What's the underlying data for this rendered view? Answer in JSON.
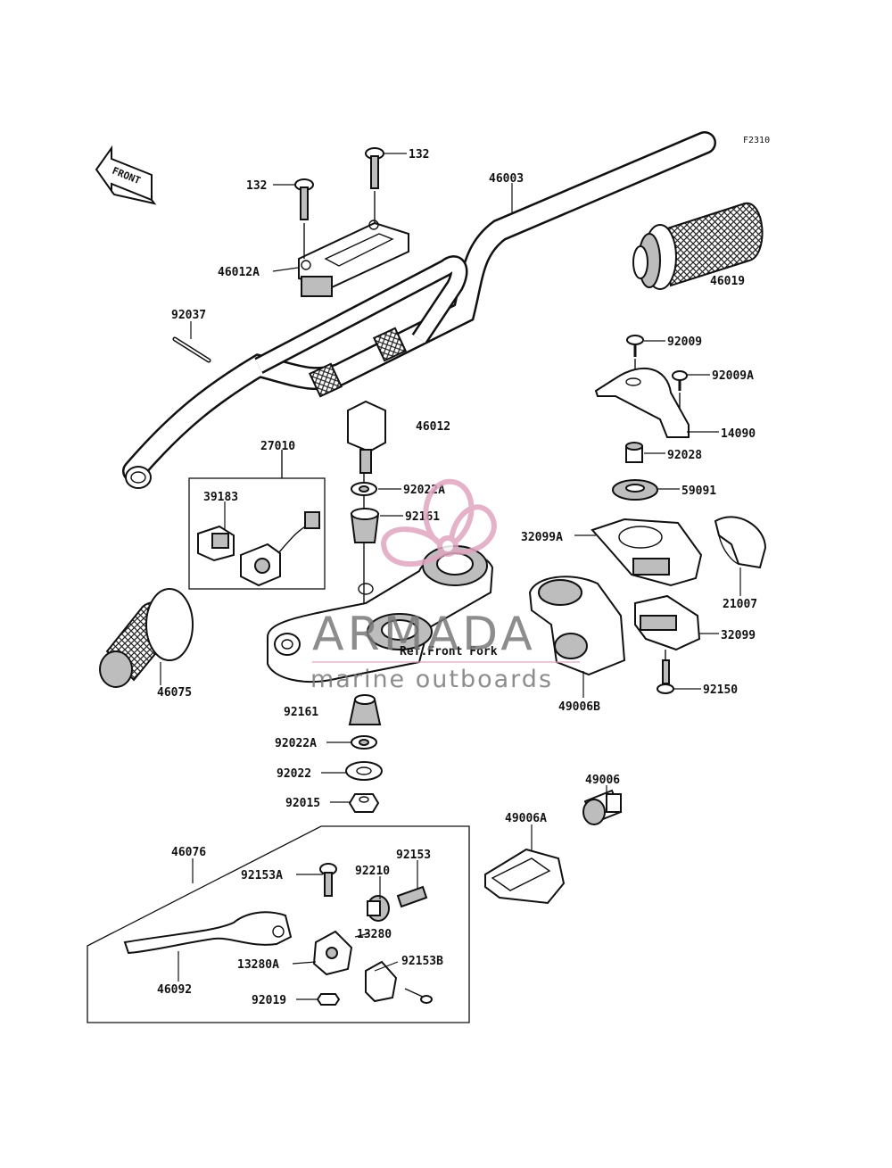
{
  "diagram": {
    "code": "F2310",
    "front_label": "FRONT",
    "reference_label": "Ref.Front Fork",
    "watermark": {
      "title": "ARMADA",
      "subtitle": "marine outboards"
    },
    "parts": [
      {
        "id": "p132a",
        "label": "132"
      },
      {
        "id": "p132b",
        "label": "132"
      },
      {
        "id": "p46003",
        "label": "46003"
      },
      {
        "id": "p46012A",
        "label": "46012A"
      },
      {
        "id": "p46019",
        "label": "46019"
      },
      {
        "id": "p92037",
        "label": "92037"
      },
      {
        "id": "p92009",
        "label": "92009"
      },
      {
        "id": "p92009A",
        "label": "92009A"
      },
      {
        "id": "p14090",
        "label": "14090"
      },
      {
        "id": "p46012",
        "label": "46012"
      },
      {
        "id": "p92028",
        "label": "92028"
      },
      {
        "id": "p27010",
        "label": "27010"
      },
      {
        "id": "p92022A_top",
        "label": "92022A"
      },
      {
        "id": "p59091",
        "label": "59091"
      },
      {
        "id": "p39183",
        "label": "39183"
      },
      {
        "id": "p92161_top",
        "label": "92161"
      },
      {
        "id": "p32099A",
        "label": "32099A"
      },
      {
        "id": "p21007",
        "label": "21007"
      },
      {
        "id": "p32099",
        "label": "32099"
      },
      {
        "id": "p46075",
        "label": "46075"
      },
      {
        "id": "p49006B",
        "label": "49006B"
      },
      {
        "id": "p92150",
        "label": "92150"
      },
      {
        "id": "p92161_bot",
        "label": "92161"
      },
      {
        "id": "p92022A_bot",
        "label": "92022A"
      },
      {
        "id": "p92022",
        "label": "92022"
      },
      {
        "id": "p92015",
        "label": "92015"
      },
      {
        "id": "p49006",
        "label": "49006"
      },
      {
        "id": "p49006A",
        "label": "49006A"
      },
      {
        "id": "p46076",
        "label": "46076"
      },
      {
        "id": "p92153",
        "label": "92153"
      },
      {
        "id": "p92153A",
        "label": "92153A"
      },
      {
        "id": "p92210",
        "label": "92210"
      },
      {
        "id": "p13280",
        "label": "13280"
      },
      {
        "id": "p92153B",
        "label": "92153B"
      },
      {
        "id": "p13280A",
        "label": "13280A"
      },
      {
        "id": "p46092",
        "label": "46092"
      },
      {
        "id": "p92019",
        "label": "92019"
      }
    ]
  }
}
